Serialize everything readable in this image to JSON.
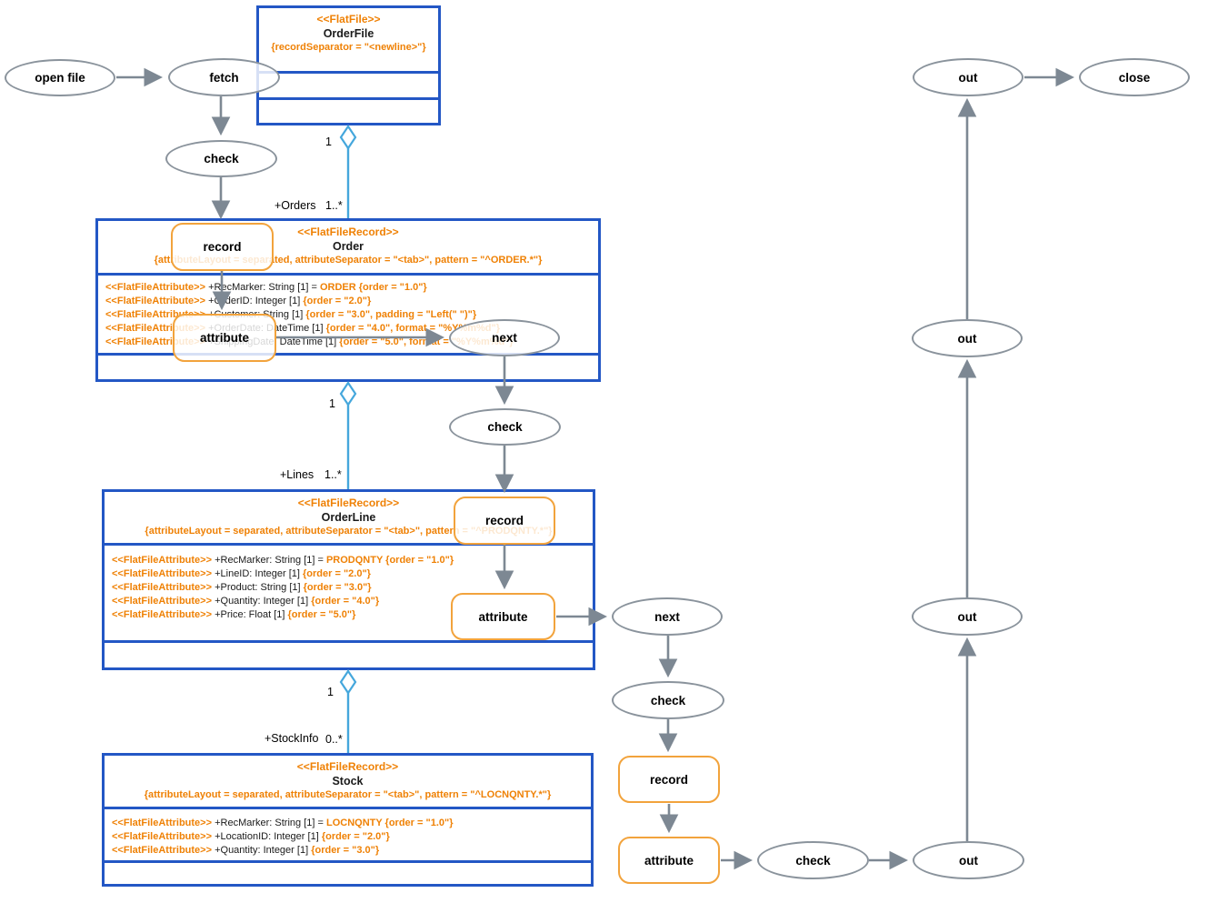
{
  "colors": {
    "class_border_blue": "#2357c5",
    "aggregation_blue": "#45a7dc",
    "stereotype_orange": "#ef8105",
    "action_border_orange": "#f2a33c",
    "flow_arrow_gray": "#7d8893",
    "node_border_gray": "#8a939c"
  },
  "classes": {
    "orderfile": {
      "stereotype": "<<FlatFile>>",
      "name": "OrderFile",
      "constraint": "{recordSeparator = \"<newline>\"}"
    },
    "order": {
      "stereotype": "<<FlatFileRecord>>",
      "name": "Order",
      "constraint": "{attributeLayout = separated, attributeSeparator = \"<tab>\", pattern = \"^ORDER.*\"}",
      "attributes": [
        [
          {
            "t": "<<FlatFileAttribute>>",
            "o": true
          },
          {
            "t": " +RecMarker: String [1] = ",
            "o": false
          },
          {
            "t": "ORDER {order = \"1.0\"}",
            "o": true
          }
        ],
        [
          {
            "t": "<<FlatFileAttribute>>",
            "o": true
          },
          {
            "t": " +OrderID: Integer [1] ",
            "o": false
          },
          {
            "t": "{order = \"2.0\"}",
            "o": true
          }
        ],
        [
          {
            "t": "<<FlatFileAttribute>>",
            "o": true
          },
          {
            "t": " +Customer: String [1] ",
            "o": false
          },
          {
            "t": "{order = \"3.0\", padding = \"Left(\" \")\"}",
            "o": true
          }
        ],
        [
          {
            "t": "<<FlatFileAttribute>>",
            "o": true
          },
          {
            "t": " +OrderDate: DateTime [1] ",
            "o": false
          },
          {
            "t": "{order = \"4.0\", format = \"%Y%m%d\"}",
            "o": true
          }
        ],
        [
          {
            "t": "<<FlatFileAttribute>>",
            "o": true
          },
          {
            "t": " +ShippingDate: DateTime [1] ",
            "o": false
          },
          {
            "t": "{order = \"5.0\", format = \"%Y%m%d\"}",
            "o": true
          }
        ]
      ]
    },
    "orderline": {
      "stereotype": "<<FlatFileRecord>>",
      "name": "OrderLine",
      "constraint": "{attributeLayout = separated, attributeSeparator = \"<tab>\", pattern = \"^PRODQNTY.*\"}",
      "attributes": [
        [
          {
            "t": "<<FlatFileAttribute>>",
            "o": true
          },
          {
            "t": " +RecMarker: String [1] = ",
            "o": false
          },
          {
            "t": "PRODQNTY {order = \"1.0\"}",
            "o": true
          }
        ],
        [
          {
            "t": "<<FlatFileAttribute>>",
            "o": true
          },
          {
            "t": " +LineID: Integer [1] ",
            "o": false
          },
          {
            "t": "{order = \"2.0\"}",
            "o": true
          }
        ],
        [
          {
            "t": "<<FlatFileAttribute>>",
            "o": true
          },
          {
            "t": " +Product: String [1] ",
            "o": false
          },
          {
            "t": "{order = \"3.0\"}",
            "o": true
          }
        ],
        [
          {
            "t": "<<FlatFileAttribute>>",
            "o": true
          },
          {
            "t": " +Quantity: Integer [1] ",
            "o": false
          },
          {
            "t": "{order = \"4.0\"}",
            "o": true
          }
        ],
        [
          {
            "t": "<<FlatFileAttribute>>",
            "o": true
          },
          {
            "t": " +Price: Float [1] ",
            "o": false
          },
          {
            "t": "{order = \"5.0\"}",
            "o": true
          }
        ]
      ]
    },
    "stock": {
      "stereotype": "<<FlatFileRecord>>",
      "name": "Stock",
      "constraint": "{attributeLayout = separated, attributeSeparator = \"<tab>\", pattern = \"^LOCNQNTY.*\"}",
      "attributes": [
        [
          {
            "t": "<<FlatFileAttribute>>",
            "o": true
          },
          {
            "t": " +RecMarker: String [1] = ",
            "o": false
          },
          {
            "t": "LOCNQNTY {order = \"1.0\"}",
            "o": true
          }
        ],
        [
          {
            "t": "<<FlatFileAttribute>>",
            "o": true
          },
          {
            "t": " +LocationID: Integer [1] ",
            "o": false
          },
          {
            "t": "{order = \"2.0\"}",
            "o": true
          }
        ],
        [
          {
            "t": "<<FlatFileAttribute>>",
            "o": true
          },
          {
            "t": " +Quantity: Integer [1] ",
            "o": false
          },
          {
            "t": "{order = \"3.0\"}",
            "o": true
          }
        ]
      ]
    }
  },
  "nodes": {
    "open_file": "open file",
    "fetch": "fetch",
    "check1": "check",
    "record1": "record",
    "attribute1": "attribute",
    "next1": "next",
    "check2": "check",
    "record2": "record",
    "attribute2": "attribute",
    "next2": "next",
    "check3": "check",
    "record3": "record",
    "attribute3": "attribute",
    "check4": "check",
    "out_bottom": "out",
    "out_mid2": "out",
    "out_mid1": "out",
    "out_top": "out",
    "close": "close"
  },
  "edge_labels": {
    "orders_src": "1",
    "orders_name": "+Orders",
    "orders_mult": "1..*",
    "lines_src": "1",
    "lines_name": "+Lines",
    "lines_mult": "1..*",
    "stock_src": "1",
    "stock_name": "+StockInfo",
    "stock_mult": "0..*"
  }
}
